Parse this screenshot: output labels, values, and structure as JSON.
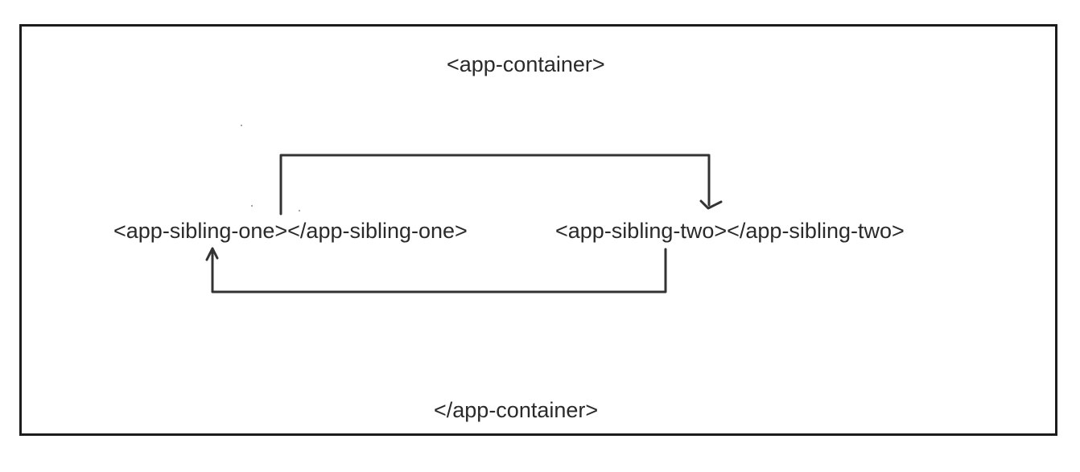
{
  "container": {
    "open_tag": "<app-container>",
    "close_tag": "</app-container>"
  },
  "siblings": {
    "one": "<app-sibling-one></app-sibling-one>",
    "two": "<app-sibling-two></app-sibling-two>"
  },
  "connectors": [
    {
      "from": "sibling-one",
      "to": "sibling-two",
      "direction": "down"
    },
    {
      "from": "sibling-two",
      "to": "sibling-one",
      "direction": "up"
    }
  ],
  "colors": {
    "line": "#333333",
    "text": "#2a2a2a",
    "frame": "#1c1c1c"
  }
}
